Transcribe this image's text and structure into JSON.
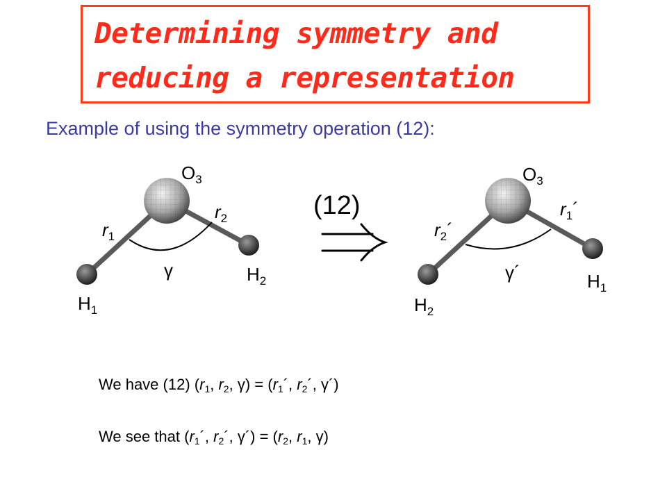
{
  "title": {
    "line1": "Determining symmetry and",
    "line2": "reducing a representation"
  },
  "subtitle": "Example of using the symmetry operation (12):",
  "operation_label": "(12)",
  "colors": {
    "title": "#ff2a1a",
    "border": "#ff3b1a",
    "subtitle": "#3a3aa0"
  },
  "left_molecule": {
    "oxygen": "O",
    "oxygen_sub": "3",
    "h_left": "H",
    "h_left_sub": "1",
    "h_right": "H",
    "h_right_sub": "2",
    "bond_left": "r",
    "bond_left_sub": "1",
    "bond_right": "r",
    "bond_right_sub": "2",
    "angle": "γ"
  },
  "right_molecule": {
    "oxygen": "O",
    "oxygen_sub": "3",
    "h_left": "H",
    "h_left_sub": "2",
    "h_right": "H",
    "h_right_sub": "1",
    "bond_left": "r",
    "bond_left_sub": "2",
    "bond_left_prime": "´",
    "bond_right": "r",
    "bond_right_sub": "1",
    "bond_right_prime": "´",
    "angle": "γ´"
  },
  "arrow_icon": "implies-arrow",
  "equation1": {
    "prefix": "We have  (12) (",
    "r": "r",
    "s1": "1",
    "s2": "2",
    "gamma": "γ",
    "prime": "´",
    "mid": ") = ("
  },
  "equation2": {
    "prefix": "We see that (",
    "mid": ")  =   ("
  }
}
